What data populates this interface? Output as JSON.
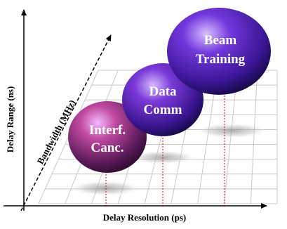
{
  "axes": {
    "x_label": "Delay Resolution (ps)",
    "y_label": "Delay Range (ns)",
    "diagonal_label": "Bandwidth (MHz)"
  },
  "spheres": [
    {
      "id": "interf",
      "line1": "Interf.",
      "line2": "Canc.",
      "color": "#7a2a6a"
    },
    {
      "id": "data",
      "line1": "Data",
      "line2": "Comm",
      "color": "#4a20a0"
    },
    {
      "id": "beam",
      "line1": "Beam",
      "line2": "Training",
      "color": "#4a1fa8"
    }
  ],
  "colors": {
    "grid": "#c8c8c8",
    "axis": "#000000",
    "drop_line": "#e03030"
  }
}
